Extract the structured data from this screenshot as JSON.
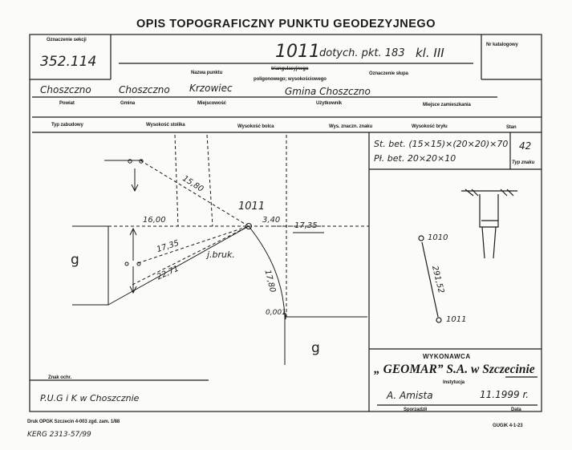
{
  "title": "OPIS TOPOGRAFICZNY PUNKTU GEODEZYJNEGO",
  "header": {
    "sheet_label": "Oznaczenie sekcji",
    "sheet_value": "352.114",
    "point_number": "1011",
    "point_ref": "dotych. pkt. 183",
    "point_class": "kl. III",
    "catalog_label": "Nr katalogowy",
    "point_name_label": "Nazwa punktu",
    "point_kind_1": "triangulacyjnego",
    "point_kind_2": "poligonowego; wysokościowego",
    "pillar_label": "Oznaczenie słupa"
  },
  "location": {
    "county_value": "Choszczno",
    "commune_value": "Choszczno",
    "locality_value": "Krzowiec",
    "owner_value": "Gmina Choszczno",
    "county_label": "Powiat",
    "commune_label": "Gmina",
    "locality_label": "Miejscowość",
    "user_label": "Użytkownik",
    "residence_label": "Miejsce zamieszkania"
  },
  "columns": {
    "type_label": "Typ zabudowy",
    "table_height_label": "Wysokość stolika",
    "bolt_height_label": "Wysokość bolca",
    "center_height_label": "Wys. znaczn. znaku",
    "stone_height_label": "Wysokość bryłu",
    "state_label": "Stan"
  },
  "construction": {
    "line1": "St. bet. (15×15)×(20×20)×70",
    "line2": "Pł. bet. 20×20×10",
    "sign_type_value": "42",
    "sign_type_label": "Typ znaku"
  },
  "sketch": {
    "point_label": "1011",
    "dist_1580": "15,80",
    "dist_1600": "16,00",
    "dist_340": "3,40",
    "dist_1735_right": "17,35",
    "dist_1735_left": "17,35",
    "dist_2271": "22,71",
    "dist_1780": "17,80",
    "ground_label": "j.bruk.",
    "dist_0001": "0,001",
    "garden_left": "g",
    "garden_right": "g"
  },
  "azimuth": {
    "from_point": "1010",
    "distance": "291,52",
    "to_point": "1011"
  },
  "executor": {
    "label": "WYKONAWCA",
    "company": "„ GEOMAR” S.A. w Szczecinie",
    "institution_label": "Instytucja",
    "person": "A. Amista",
    "date": "11.1999 r.",
    "person_label": "Sporządził",
    "date_label": "Data"
  },
  "footer": {
    "protection_label": "Znak ochr.",
    "protection_value": "P.U.G i K w Choszcznie",
    "print_info": "Druk OPGK Szczecin 4-003 zgd. zam. 1/88",
    "doc_number": "KERG 2313-57/99",
    "form_code": "GUGiK 4-1-23"
  }
}
